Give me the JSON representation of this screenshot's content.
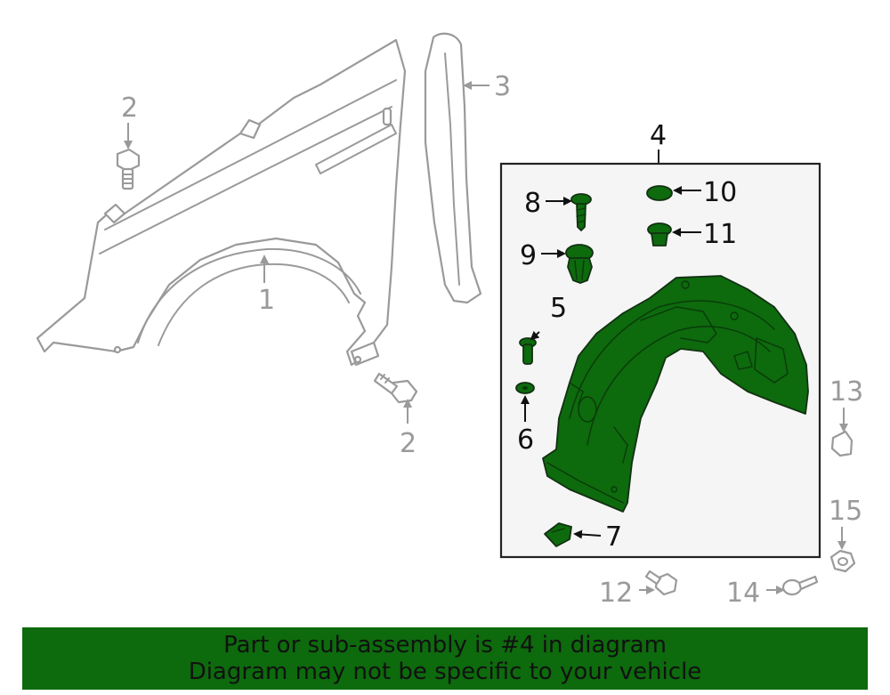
{
  "diagram": {
    "callouts": {
      "c1": "1",
      "c2a": "2",
      "c2b": "2",
      "c3": "3",
      "c4": "4",
      "c5": "5",
      "c6": "6",
      "c7": "7",
      "c8": "8",
      "c9": "9",
      "c10": "10",
      "c11": "11",
      "c12": "12",
      "c13": "13",
      "c14": "14",
      "c15": "15"
    },
    "highlight_color": "#0d6a0d",
    "muted_color": "#9a9a9a"
  },
  "banner": {
    "line1": "Part or sub-assembly is #4 in diagram",
    "line2": "Diagram may not be specific to your vehicle",
    "background": "#0d6a0d"
  }
}
